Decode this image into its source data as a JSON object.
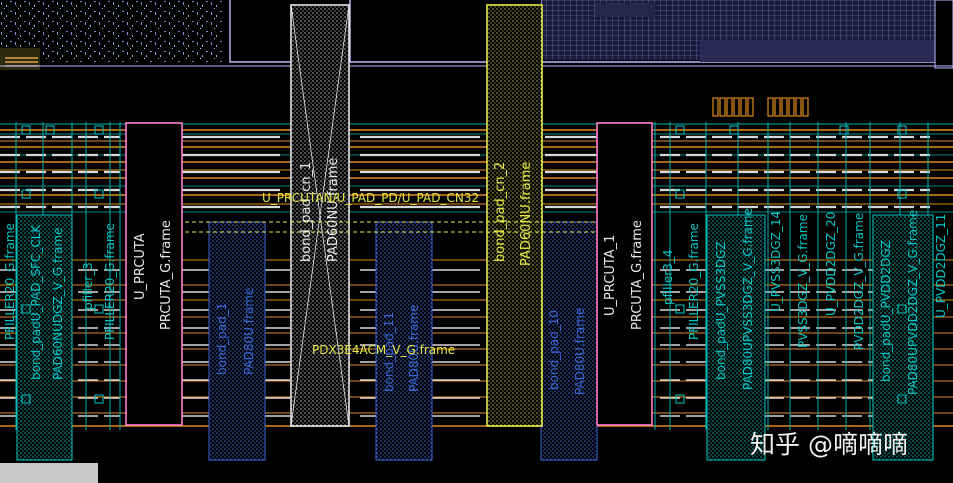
{
  "colors": {
    "background": "#000000",
    "cyan": "#00c8c8",
    "pink": "#ff7fd0",
    "yellow": "#e8e84a",
    "white": "#e8e8e8",
    "orange": "#e08a1c",
    "blue": "#3a6ad8",
    "lavender": "#b9b9ff"
  },
  "layout": {
    "view": "pad-ring-layout",
    "instances": [
      {
        "id": "pfiller20-left",
        "name": "PFILLER20_G.frame",
        "color": "cyan"
      },
      {
        "id": "bond-pad-sfc-clk",
        "name": "bond_padU_PAD_SFC_CLK",
        "color": "cyan"
      },
      {
        "id": "pad60nu-left",
        "name": "PAD60NUDGZ_V_G.frame",
        "color": "cyan"
      },
      {
        "id": "pfiller-3",
        "name": "pfiller_3",
        "color": "cyan"
      },
      {
        "id": "pfiller20-2",
        "name": "PFILLER20_G.frame",
        "color": "cyan"
      },
      {
        "id": "u-prcuta",
        "name": "U_PRCUTA",
        "color": "white"
      },
      {
        "id": "prcuta-frame",
        "name": "PRCUTA_G.frame",
        "color": "white"
      },
      {
        "id": "bond-pad-1",
        "name": "bond_pad_1",
        "color": "blue"
      },
      {
        "id": "pad80-1",
        "name": "PAD80U.frame",
        "color": "blue"
      },
      {
        "id": "bond-pad-cn-1",
        "name": "bond_pad_cn_1",
        "color": "white"
      },
      {
        "id": "pad60nu-frame-1",
        "name": "PAD60NU.frame",
        "color": "white"
      },
      {
        "id": "u-pad-pd",
        "name": "U_PRCUTAN/U_PAD_PD/U_PAD_CN32",
        "color": "yellow"
      },
      {
        "id": "bond-pad-11",
        "name": "bond_pad_11",
        "color": "blue"
      },
      {
        "id": "pad80-11",
        "name": "PAD80U.frame",
        "color": "blue"
      },
      {
        "id": "pdx3e4acm",
        "name": "PDX3E4ACM_V_G.frame",
        "color": "yellow"
      },
      {
        "id": "bond-pad-cn-2",
        "name": "bond_pad_cn_2",
        "color": "yellow"
      },
      {
        "id": "pad60nu-frame-2",
        "name": "PAD60NU.frame",
        "color": "yellow"
      },
      {
        "id": "bond-pad-10",
        "name": "bond_pad_10",
        "color": "blue"
      },
      {
        "id": "pad80-10",
        "name": "PAD80U.frame",
        "color": "blue"
      },
      {
        "id": "u-prcuta-1",
        "name": "U_PRCUTA_1",
        "color": "white"
      },
      {
        "id": "prcuta-frame-1",
        "name": "PRCUTA_G.frame",
        "color": "white"
      },
      {
        "id": "pfiller3-4",
        "name": "pfiller3_4",
        "color": "cyan"
      },
      {
        "id": "pfiller20-3",
        "name": "PFILLER20_G.frame",
        "color": "cyan"
      },
      {
        "id": "bond-pad-pvss",
        "name": "bond_padU_PVSS3DGZ",
        "color": "cyan"
      },
      {
        "id": "pad80u-pvss",
        "name": "PAD80UPVSS3DGZ_V_G.frame",
        "color": "cyan"
      },
      {
        "id": "u-pvss3dgz-14",
        "name": "U_PVSS3DGZ_14",
        "color": "cyan"
      },
      {
        "id": "pvss3dgz-frame",
        "name": "PVSS3DGZ_V_G.frame",
        "color": "cyan"
      },
      {
        "id": "u-pvdd2dgz-20",
        "name": "U_PVDD2DGZ_20",
        "color": "cyan"
      },
      {
        "id": "pvdd2dgz-frame",
        "name": "PVDD2DGZ_V_G.frame",
        "color": "cyan"
      },
      {
        "id": "bond-pad-pvdd",
        "name": "bond_padU_PVDD2DGZ",
        "color": "cyan"
      },
      {
        "id": "pad80u-pvdd",
        "name": "PAD80UPVDD2DGZ_V_G.frame",
        "color": "cyan"
      },
      {
        "id": "u-pvdd2dgz-11",
        "name": "U_PVDD2DGZ_11",
        "color": "cyan"
      }
    ]
  },
  "watermark": {
    "text": "知乎 @嘀嘀嘀"
  }
}
